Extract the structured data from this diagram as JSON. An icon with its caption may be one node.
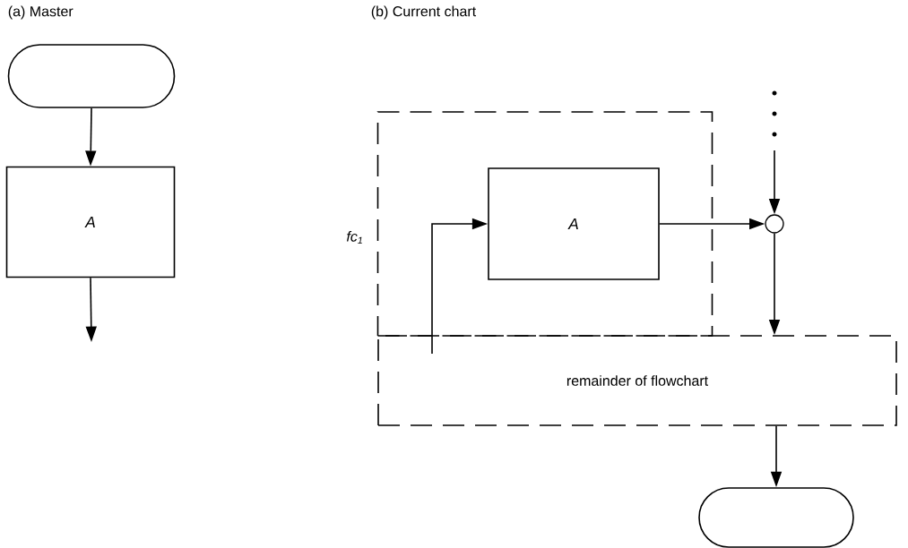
{
  "diagram": {
    "nodes": [
      {
        "text": [],
        "shape": "terminal"
      },
      {
        "text": [
          "A"
        ]
      },
      {
        "text": [
          "fc$_{1}$"
        ]
      },
      {
        "text": [
          "A"
        ],
        "in": 2
      },
      {
        "text": [],
        "shape": "circle"
      },
      {
        "text": [
          "remainder of flowchart"
        ]
      },
      {
        "text": [],
        "shape": "terminal"
      }
    ],
    "edges": [
      {
        "from": 0,
        "to": 1,
        "arrow": "to"
      },
      {
        "from": 1,
        "to": null,
        "arrow": "to"
      },
      {
        "from": 5,
        "to": 3,
        "arrow": "to"
      },
      {
        "from": 3,
        "to": 4,
        "arrow": "to"
      },
      {
        "from": null,
        "to": 4,
        "arrow": "to"
      },
      {
        "from": 4,
        "to": 5,
        "arrow": "to"
      },
      {
        "from": 5,
        "to": 6,
        "arrow": "to"
      }
    ],
    "labels": [
      "(a) Master",
      "(b) Current chart"
    ]
  }
}
